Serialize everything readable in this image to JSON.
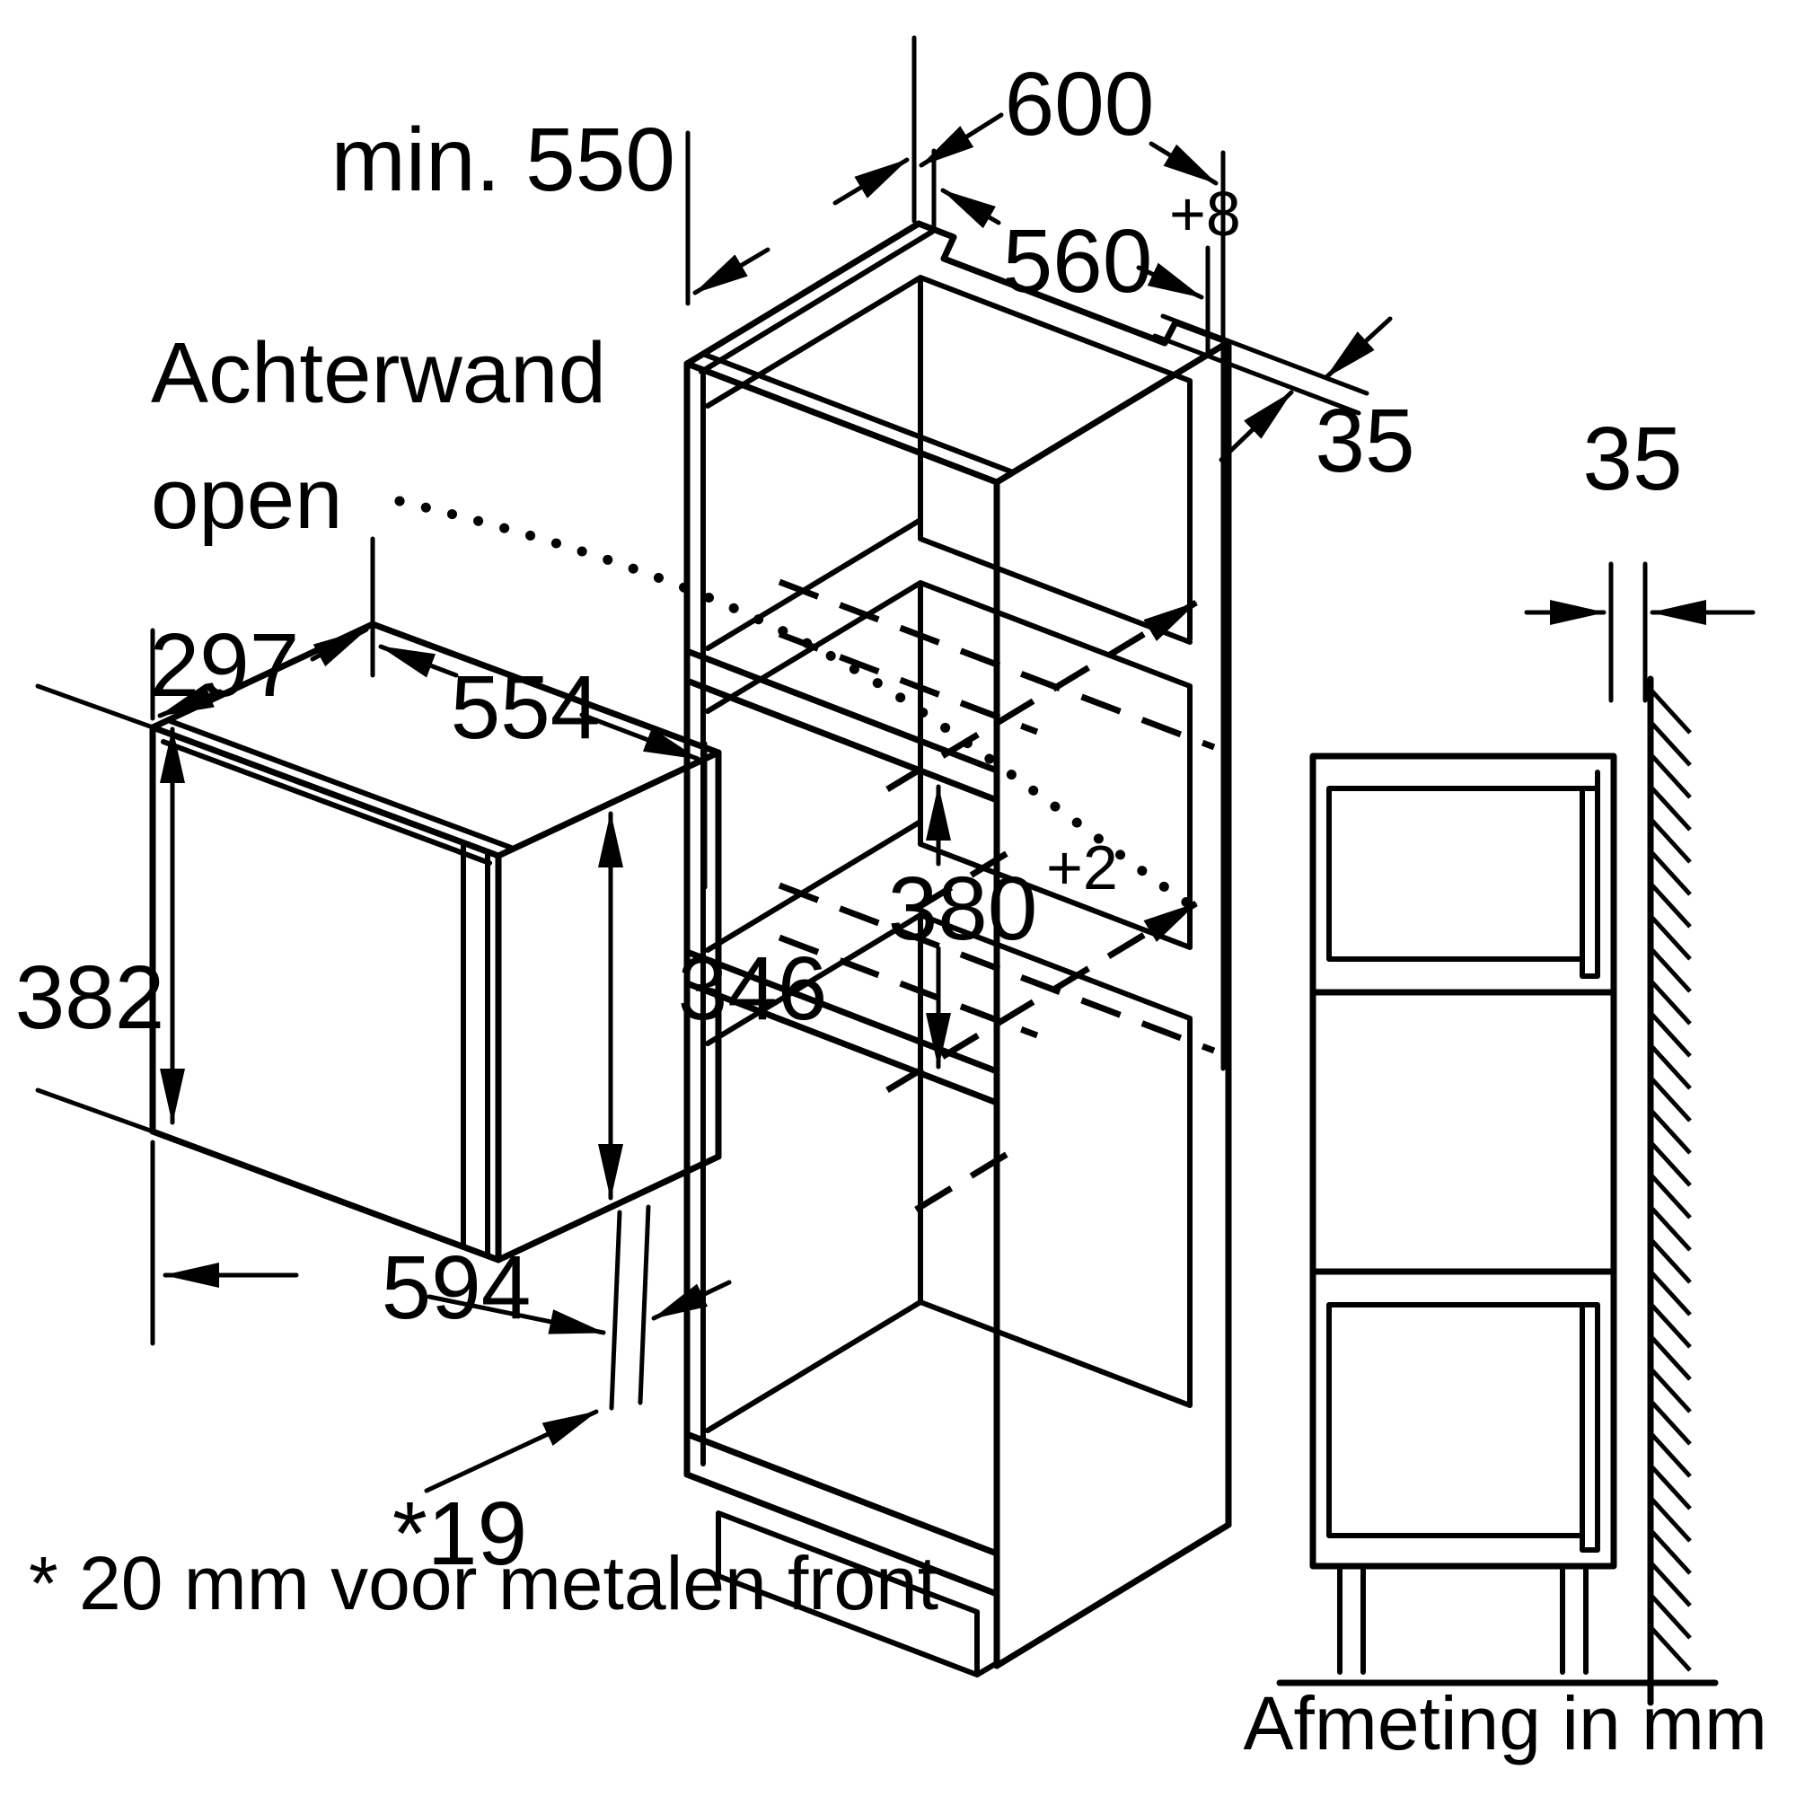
{
  "diagram": {
    "type": "installation-drawing",
    "units_note": "Afmeting in mm",
    "footnote": "* 20 mm voor metalen front",
    "back_wall_label_line1": "Achterwand",
    "back_wall_label_line2": "open",
    "dims": {
      "cabinet_outer_width": "600",
      "cabinet_min_depth": "min. 550",
      "niche_width": "560",
      "niche_width_tolerance": "+8",
      "niche_height": "380",
      "niche_height_tolerance": "+2",
      "wall_gap_top": "35",
      "wall_gap_side": "35",
      "appliance_depth": "297",
      "appliance_body_width": "554",
      "appliance_height": "382",
      "appliance_body_height": "346",
      "appliance_door_width": "594",
      "door_front_gap": "*19"
    },
    "colors": {
      "ink": "#000000",
      "paper": "#ffffff"
    }
  }
}
